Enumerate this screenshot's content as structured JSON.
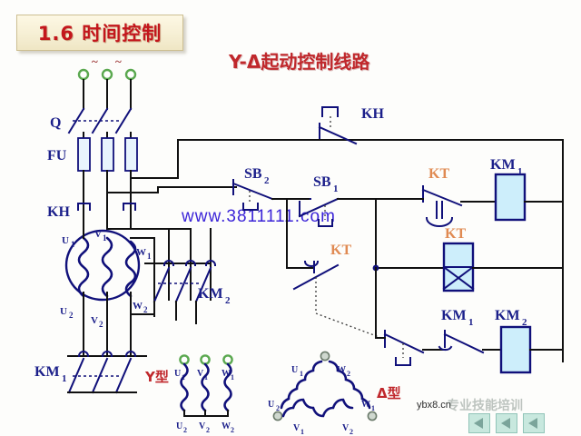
{
  "header": {
    "section_number_title": "1.6  时间控制",
    "main_title": "Y-Δ起动控制线路"
  },
  "watermarks": {
    "url": "www.3811111.com",
    "site": "ybx8.cn",
    "ghost": "专业技能培训"
  },
  "power": {
    "ac_symbol": "~",
    "phase_count": 3
  },
  "labels": {
    "disconnect": "Q",
    "fuse": "FU",
    "thermal_relay": "KH",
    "thermal_relay_contact": "KH",
    "contactor_main": "KM",
    "contactor_1": "KM",
    "contactor_2": "KM",
    "timer": "KT",
    "stop_button": "SB",
    "start_button": "SB",
    "sub_1": "1",
    "sub_2": "2"
  },
  "motor": {
    "terminals_top": [
      "U",
      "V",
      "W"
    ],
    "terminals_bottom": [
      "U",
      "V",
      "W"
    ],
    "sub_top": "1",
    "sub_bottom": "2"
  },
  "connection_diagrams": [
    {
      "name": "y-connection",
      "caption": "Y型",
      "terminals_top": [
        "U",
        "V",
        "W"
      ],
      "terminals_bottom": [
        "U",
        "V",
        "W"
      ],
      "sub_top": "1",
      "sub_bottom": "2"
    },
    {
      "name": "delta-connection",
      "caption": "Δ型",
      "vertex_labels": [
        "U",
        "W",
        "U",
        "W",
        "V",
        "V"
      ],
      "subs": [
        "1",
        "2",
        "2",
        "1",
        "1",
        "2"
      ]
    }
  ],
  "colors": {
    "wire": "#10107a",
    "label": "#1b1f8a",
    "timer_label": "#e08a52",
    "coil_fill": "#cdeefb",
    "title_red": "#c3161c",
    "watermark_blue": "#3b24d8",
    "terminal_green": "#5aa84f"
  }
}
